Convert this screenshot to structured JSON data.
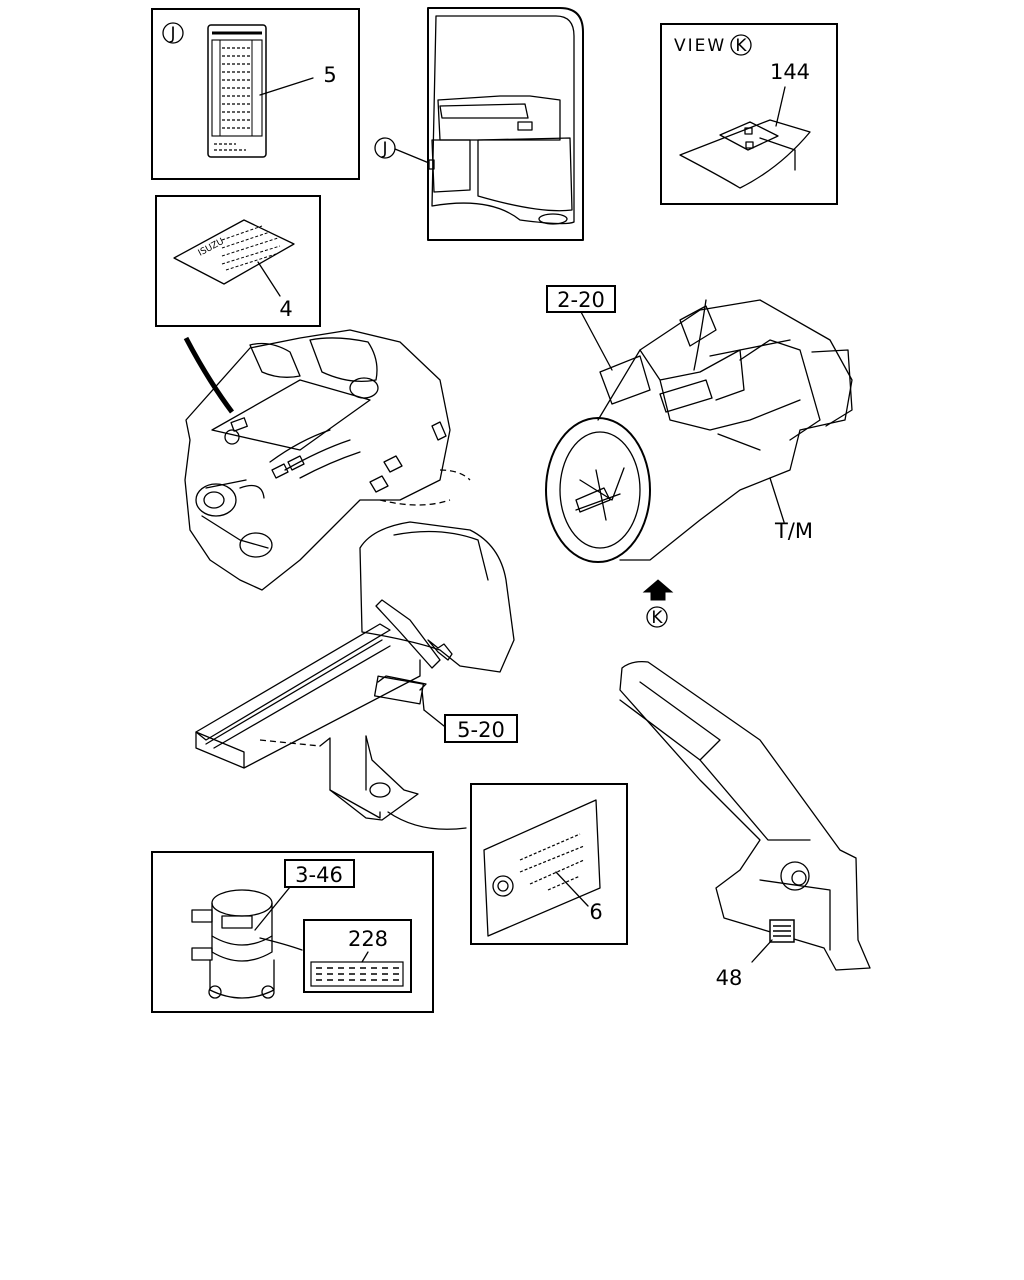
{
  "labels": {
    "part_5": "5",
    "part_4": "4",
    "part_144": "144",
    "part_2_20": "2-20",
    "part_tm": "T/M",
    "part_5_20": "5-20",
    "part_6": "6",
    "part_3_46": "3-46",
    "part_228": "228",
    "part_48": "48",
    "view_text": "VIEW",
    "marker_j": "J",
    "marker_k": "K",
    "label_4_text": "ISUZU"
  }
}
